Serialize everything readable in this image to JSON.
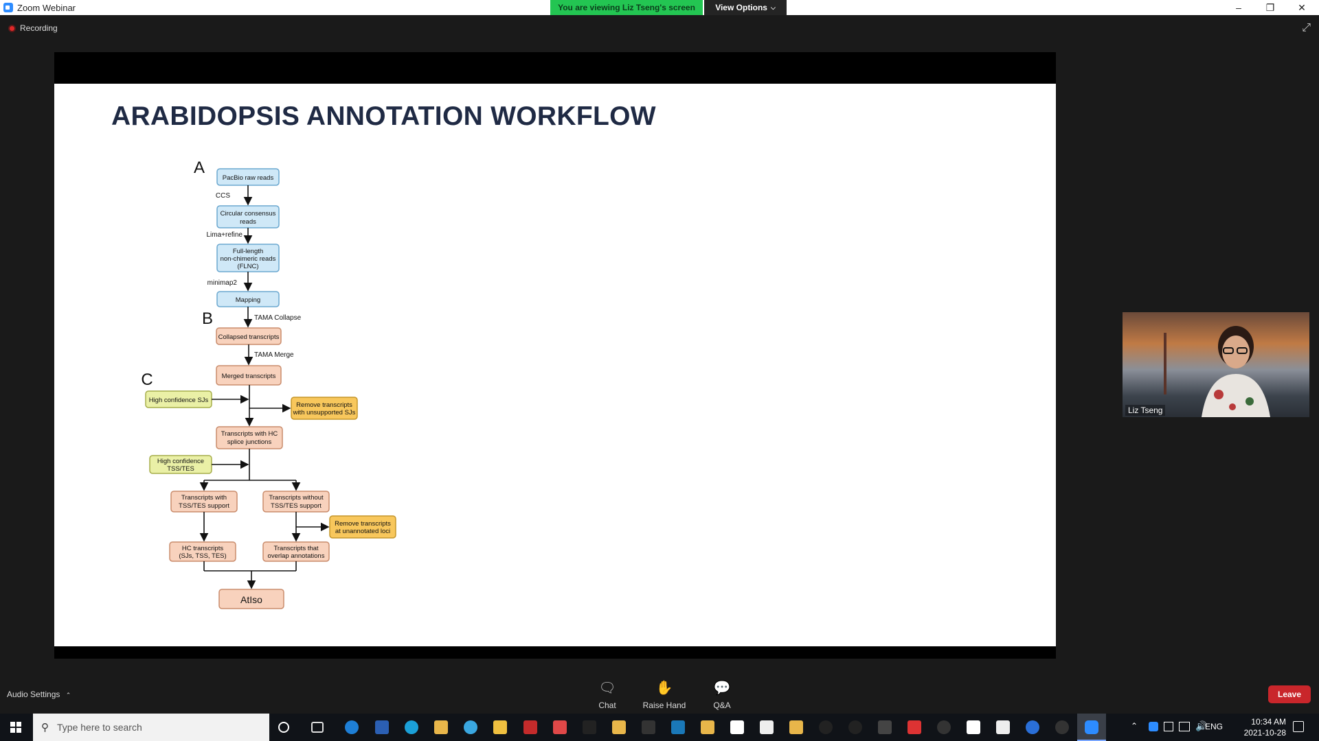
{
  "window": {
    "title": "Zoom Webinar",
    "banner": "You are viewing Liz Tseng's screen",
    "view_options": "View Options",
    "minimize": "–",
    "restore": "❐",
    "close": "✕"
  },
  "meeting": {
    "recording": "Recording"
  },
  "slide": {
    "title": "ARABIDOPSIS ANNOTATION WORKFLOW",
    "section_a": "A",
    "section_b": "B",
    "section_c": "C",
    "boxes": {
      "pacbio": "PacBio raw reads",
      "circular_1": "Circular consensus",
      "circular_2": "reads",
      "flnc_1": "Full-length",
      "flnc_2": "non-chimeric reads",
      "flnc_3": "(FLNC)",
      "mapping": "Mapping",
      "collapsed": "Collapsed transcripts",
      "merged": "Merged transcripts",
      "hc_sjs": "High confidence SJs",
      "remove_unsupported_1": "Remove transcripts",
      "remove_unsupported_2": "with unsupported SJs",
      "hc_splice_1": "Transcripts with HC",
      "hc_splice_2": "splice junctions",
      "hc_tss_1": "High confidence",
      "hc_tss_2": "TSS/TES",
      "with_tss_1": "Transcripts with",
      "with_tss_2": "TSS/TES support",
      "without_tss_1": "Transcripts without",
      "without_tss_2": "TSS/TES support",
      "remove_unannotated_1": "Remove transcripts",
      "remove_unannotated_2": "at unannotated loci",
      "hc_transcripts_1": "HC transcripts",
      "hc_transcripts_2": "(SJs, TSS, TES)",
      "overlap_1": "Transcripts that",
      "overlap_2": "overlap annotations",
      "atiso": "AtIso"
    },
    "edges": {
      "ccs": "CCS",
      "lima": "Lima+refine",
      "minimap": "minimap2",
      "tama_collapse": "TAMA Collapse",
      "tama_merge": "TAMA Merge"
    },
    "colors": {
      "blue_fill": "#cfe8f7",
      "blue_stroke": "#6aa7cf",
      "salmon_fill": "#f8d2bd",
      "salmon_stroke": "#c98b6b",
      "yellow_fill": "#eaf0a6",
      "yellow_stroke": "#a6ad4a",
      "orange_fill": "#f8c75c",
      "orange_stroke": "#c4952a"
    }
  },
  "video": {
    "name": "Liz Tseng"
  },
  "controls": {
    "audio_settings": "Audio Settings",
    "chat": "Chat",
    "raise_hand": "Raise Hand",
    "qa": "Q&A",
    "leave": "Leave"
  },
  "taskbar": {
    "search_placeholder": "Type here to search",
    "lang": "ENG",
    "time": "10:34 AM",
    "date": "2021-10-28"
  }
}
